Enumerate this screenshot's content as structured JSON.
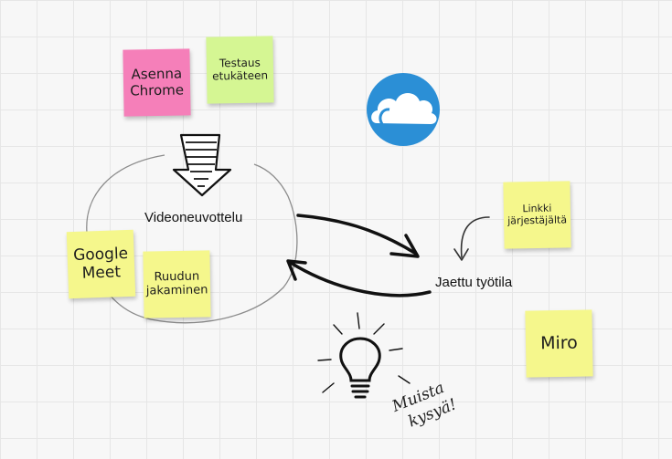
{
  "board": {
    "notes": {
      "asenna": "Asenna\nChrome",
      "testaus": "Testaus\netukäteen",
      "google": "Google\nMeet",
      "ruudun": "Ruudun\njakaminen",
      "linkki": "Linkki\njärjestäjältä",
      "miro": "Miro"
    },
    "labels": {
      "videoneuvottelu": "Videoneuvottelu",
      "jaettu": "Jaettu työtila"
    },
    "handwriting": {
      "line1": "Muista",
      "line2": "kysyä!"
    }
  },
  "colors": {
    "pink": "#f57fb9",
    "green": "#d5f693",
    "yellow": "#f5f78c",
    "cloud_blue": "#2b8fd6"
  },
  "icons": [
    "download-arrow-icon",
    "cloud-icon",
    "lightbulb-icon"
  ]
}
